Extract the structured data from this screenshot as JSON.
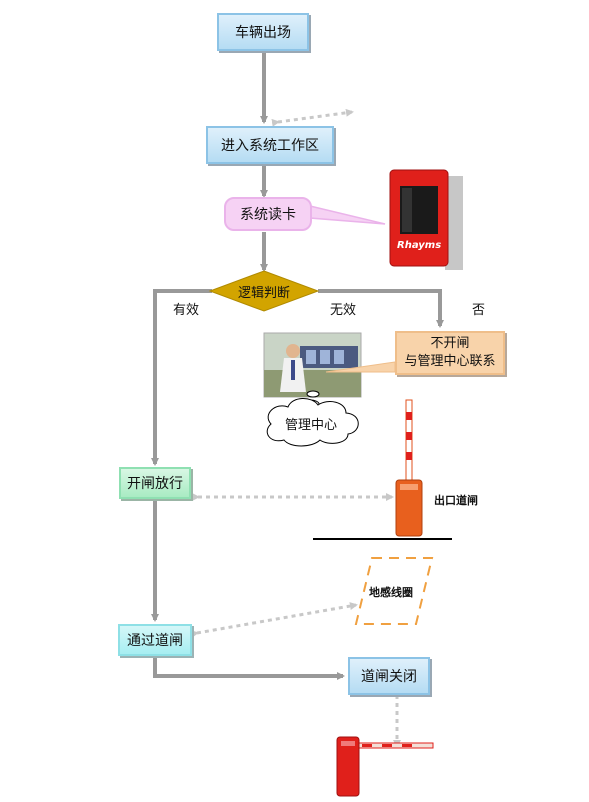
{
  "nodes": {
    "vehicle_exit": "车辆出场",
    "enter_work_area": "进入系统工作区",
    "read_card": "系统读卡",
    "logic_decision": "逻辑判断",
    "no_open_line1": "不开闸",
    "no_open_line2": "与管理中心联系",
    "management_center": "管理中心",
    "open_gate": "开闸放行",
    "pass_gate": "通过道闸",
    "gate_close": "道闸关闭"
  },
  "edge_labels": {
    "valid": "有效",
    "invalid": "无效",
    "no": "否"
  },
  "device_labels": {
    "exit_gate": "出口道闸",
    "loop_detector": "地感线圈",
    "reader_brand": "Rhayms"
  },
  "colors": {
    "arrow": "#999999",
    "dotted_arrow": "#c8c8c8",
    "decision": "#d2a400",
    "device_red": "#e0201b",
    "gate_orange": "#e8601e",
    "loop_dash": "#f0a040"
  }
}
